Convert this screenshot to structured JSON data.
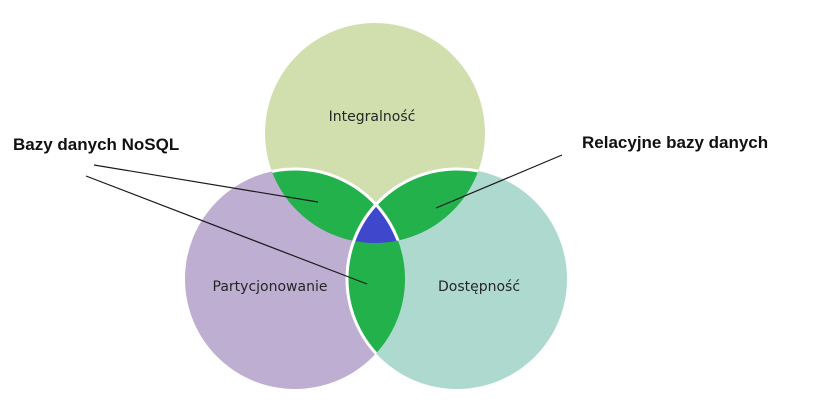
{
  "diagram": {
    "sets": [
      {
        "key": "top",
        "label": "Integralność",
        "color": "#d1dfae"
      },
      {
        "key": "left",
        "label": "Partycjonowanie",
        "color": "#beaed1"
      },
      {
        "key": "right",
        "label": "Dostępność",
        "color": "#aed9cf"
      }
    ],
    "intersections": {
      "pair_color": "#23b14c",
      "center_color": "#3f48cc",
      "divider_color": "#ffffff"
    },
    "callouts": {
      "nosql": "Bazy danych NoSQL",
      "relational": "Relacyjne bazy danych"
    }
  }
}
